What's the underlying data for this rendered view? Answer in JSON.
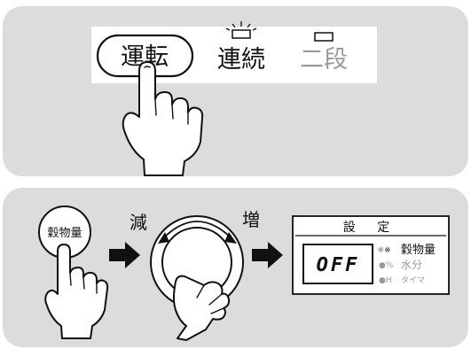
{
  "top_panel": {
    "buttons": [
      {
        "label": "運転",
        "state": "pressed"
      },
      {
        "label": "連続",
        "state": "indicator-blinking"
      },
      {
        "label": "二段",
        "state": "inactive"
      }
    ]
  },
  "bottom_panel": {
    "grain_button_label": "穀物量",
    "dial": {
      "decrease_label": "減",
      "increase_label": "増"
    },
    "display": {
      "title": "設 定",
      "readout": "OFF",
      "options": [
        {
          "symbol": "☼※",
          "label": "穀物量",
          "active": true
        },
        {
          "symbol": "●%",
          "label": "水分",
          "active": false
        },
        {
          "symbol": "●H",
          "label": "タイマ",
          "active": false
        }
      ]
    }
  },
  "colors": {
    "panel_bg": "#dcdcdc",
    "ink": "#111111",
    "inactive": "#9a9a9a",
    "button_fill": "#ffffff"
  }
}
